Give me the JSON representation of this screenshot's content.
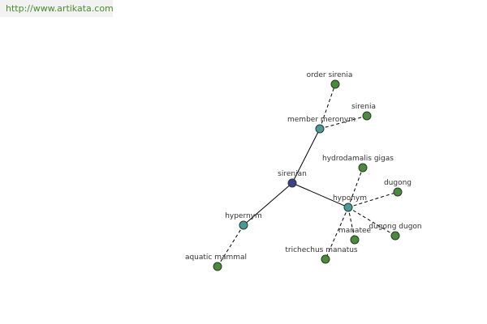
{
  "watermark": {
    "text": "http://www.artikata.com"
  },
  "colors": {
    "root": "#3f3f8f",
    "relation": "#4a9a9a",
    "term": "#4a8a3a",
    "watermark_text": "#4a8a2c"
  },
  "graph": {
    "nodes": [
      {
        "id": "sirenian",
        "label": "sirenian",
        "kind": "root"
      },
      {
        "id": "member-meronym",
        "label": "member meronym",
        "kind": "relation"
      },
      {
        "id": "hyponym",
        "label": "hyponym",
        "kind": "relation"
      },
      {
        "id": "hypernym",
        "label": "hypernym",
        "kind": "relation"
      },
      {
        "id": "order-sirenia",
        "label": "order sirenia",
        "kind": "term"
      },
      {
        "id": "sirenia",
        "label": "sirenia",
        "kind": "term"
      },
      {
        "id": "hydrodamalis-gigas",
        "label": "hydrodamalis gigas",
        "kind": "term"
      },
      {
        "id": "dugong",
        "label": "dugong",
        "kind": "term"
      },
      {
        "id": "manatee",
        "label": "manatee",
        "kind": "term"
      },
      {
        "id": "dugong-dugon",
        "label": "dugong dugon",
        "kind": "term"
      },
      {
        "id": "trichechus-manatus",
        "label": "trichechus manatus",
        "kind": "term"
      },
      {
        "id": "aquatic-mammal",
        "label": "aquatic mammal",
        "kind": "term"
      }
    ],
    "edges": [
      {
        "from": "sirenian",
        "to": "member-meronym",
        "style": "solid"
      },
      {
        "from": "sirenian",
        "to": "hyponym",
        "style": "solid"
      },
      {
        "from": "sirenian",
        "to": "hypernym",
        "style": "solid"
      },
      {
        "from": "member-meronym",
        "to": "order-sirenia",
        "style": "dashed"
      },
      {
        "from": "member-meronym",
        "to": "sirenia",
        "style": "dashed"
      },
      {
        "from": "hyponym",
        "to": "hydrodamalis-gigas",
        "style": "dashed"
      },
      {
        "from": "hyponym",
        "to": "dugong",
        "style": "dashed"
      },
      {
        "from": "hyponym",
        "to": "manatee",
        "style": "dashed"
      },
      {
        "from": "hyponym",
        "to": "dugong-dugon",
        "style": "dashed"
      },
      {
        "from": "hyponym",
        "to": "trichechus-manatus",
        "style": "dashed"
      },
      {
        "from": "hypernym",
        "to": "aquatic-mammal",
        "style": "dashed"
      }
    ]
  }
}
